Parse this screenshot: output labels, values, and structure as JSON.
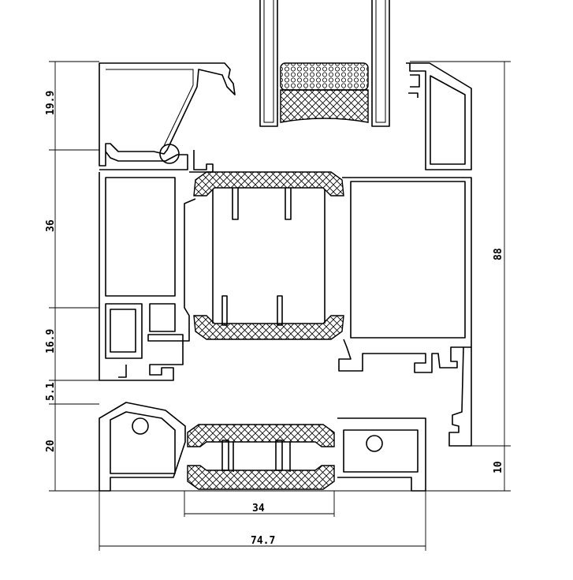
{
  "drawing": {
    "dimensions": {
      "left_top": "19.9",
      "left_mid": "36",
      "left_lower": "16.9",
      "left_gap": "5.1",
      "left_bottom": "20",
      "right_total": "88",
      "right_bottom": "10",
      "bottom_inner": "34",
      "bottom_total": "74.7"
    }
  }
}
